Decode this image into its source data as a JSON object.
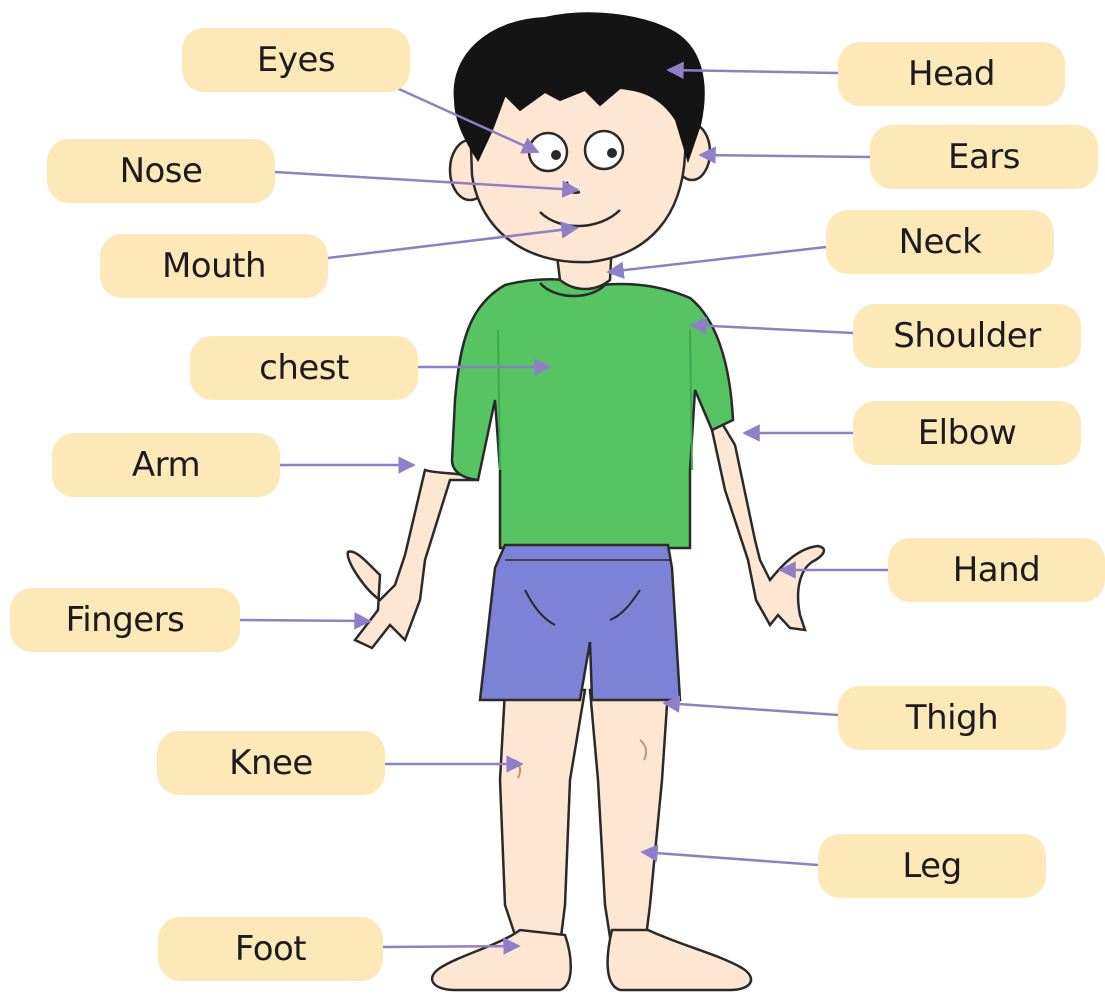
{
  "diagram": {
    "label_fill": "#fde8b8",
    "line_color": "#8f7fc8",
    "colors": {
      "skin": "#fde7d3",
      "skin_shade": "#f3c9a8",
      "hair": "#141414",
      "shirt": "#56c463",
      "shirt_shade": "#3fa84f",
      "shorts": "#7d82d6",
      "outline": "#2a2a2a"
    },
    "labels": {
      "eyes": "Eyes",
      "head": "Head",
      "nose": "Nose",
      "ears": "Ears",
      "mouth": "Mouth",
      "neck": "Neck",
      "shoulder": "Shoulder",
      "chest": "chest",
      "elbow": "Elbow",
      "arm": "Arm",
      "hand": "Hand",
      "fingers": "Fingers",
      "thigh": "Thigh",
      "knee": "Knee",
      "leg": "Leg",
      "foot": "Foot"
    }
  }
}
